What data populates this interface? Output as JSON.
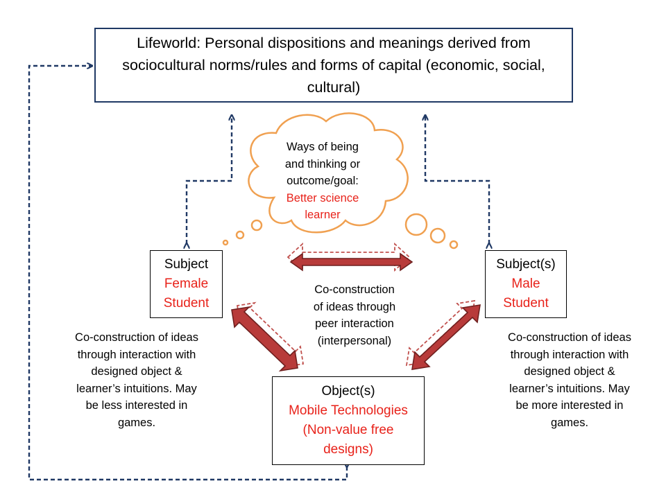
{
  "lifeworld": {
    "text": "Lifeworld: Personal dispositions and meanings derived from sociocultural norms/rules and forms of capital (economic, social, cultural)"
  },
  "cloud": {
    "line1": "Ways of being",
    "line2": "and thinking or",
    "line3": "outcome/goal:",
    "highlight1": "Better science",
    "highlight2": "learner"
  },
  "subject_female": {
    "title": "Subject",
    "line1": "Female",
    "line2": "Student"
  },
  "subject_male": {
    "title": "Subject(s)",
    "line1": "Male",
    "line2": "Student"
  },
  "object": {
    "title": "Object(s)",
    "line1": "Mobile Technologies",
    "line2": "(Non-value free",
    "line3": "designs)"
  },
  "peer_interaction": {
    "line1": "Co-construction",
    "line2": "of ideas through",
    "line3": "peer interaction",
    "line4": "(interpersonal)"
  },
  "female_note": {
    "line1": "Co-construction of ideas",
    "line2": "through interaction with",
    "line3": "designed object &",
    "line4": "learner’s intuitions. May",
    "line5": "be less interested in",
    "line6": "games."
  },
  "male_note": {
    "line1": "Co-construction of ideas",
    "line2": "through interaction with",
    "line3": "designed object &",
    "line4": "learner’s intuitions. May",
    "line5": "be more interested in",
    "line6": "games."
  },
  "colors": {
    "dashed_connector": "#1f3864",
    "cloud_outline": "#f0a050",
    "arrow_fill": "#b83b3a",
    "arrow_stroke": "#6e1f1e",
    "arrow_outline_dashed": "#c0504d",
    "highlight_text": "#e8221a"
  }
}
